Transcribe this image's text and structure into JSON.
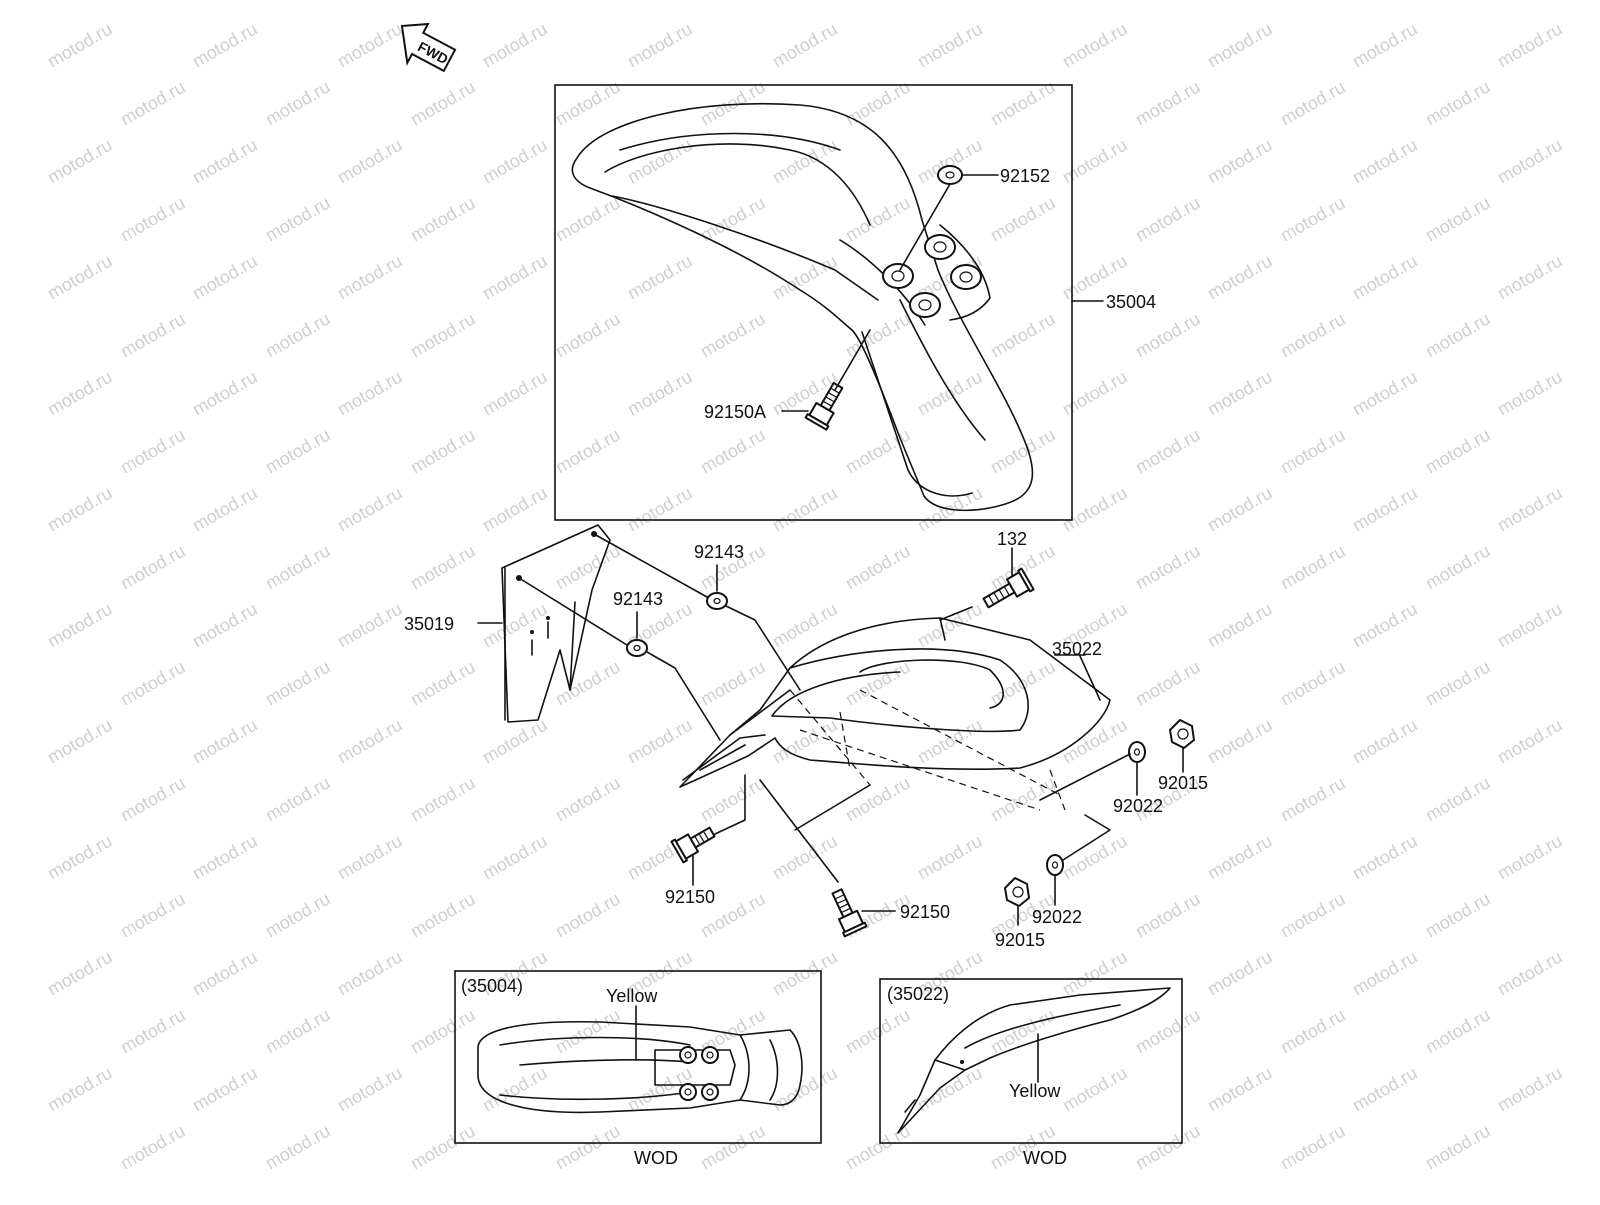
{
  "watermark": "motod.ru",
  "fwd_arrow": {
    "text": "FWD"
  },
  "part_labels": {
    "p92152": "92152",
    "p35004": "35004",
    "p92150A": "92150A",
    "p132": "132",
    "p92143_a": "92143",
    "p92143_b": "92143",
    "p35019": "35019",
    "p35022": "35022",
    "p92022_a": "92022",
    "p92015_a": "92015",
    "p92150_a": "92150",
    "p92150_b": "92150",
    "p92022_b": "92022",
    "p92015_b": "92015"
  },
  "inset_left": {
    "title": "(35004)",
    "color_note": "Yellow",
    "caption": "WOD"
  },
  "inset_right": {
    "title": "(35022)",
    "color_note": "Yellow",
    "caption": "WOD"
  },
  "colors": {
    "line": "#111111",
    "watermark": "#cfcfcf",
    "background": "#ffffff"
  }
}
